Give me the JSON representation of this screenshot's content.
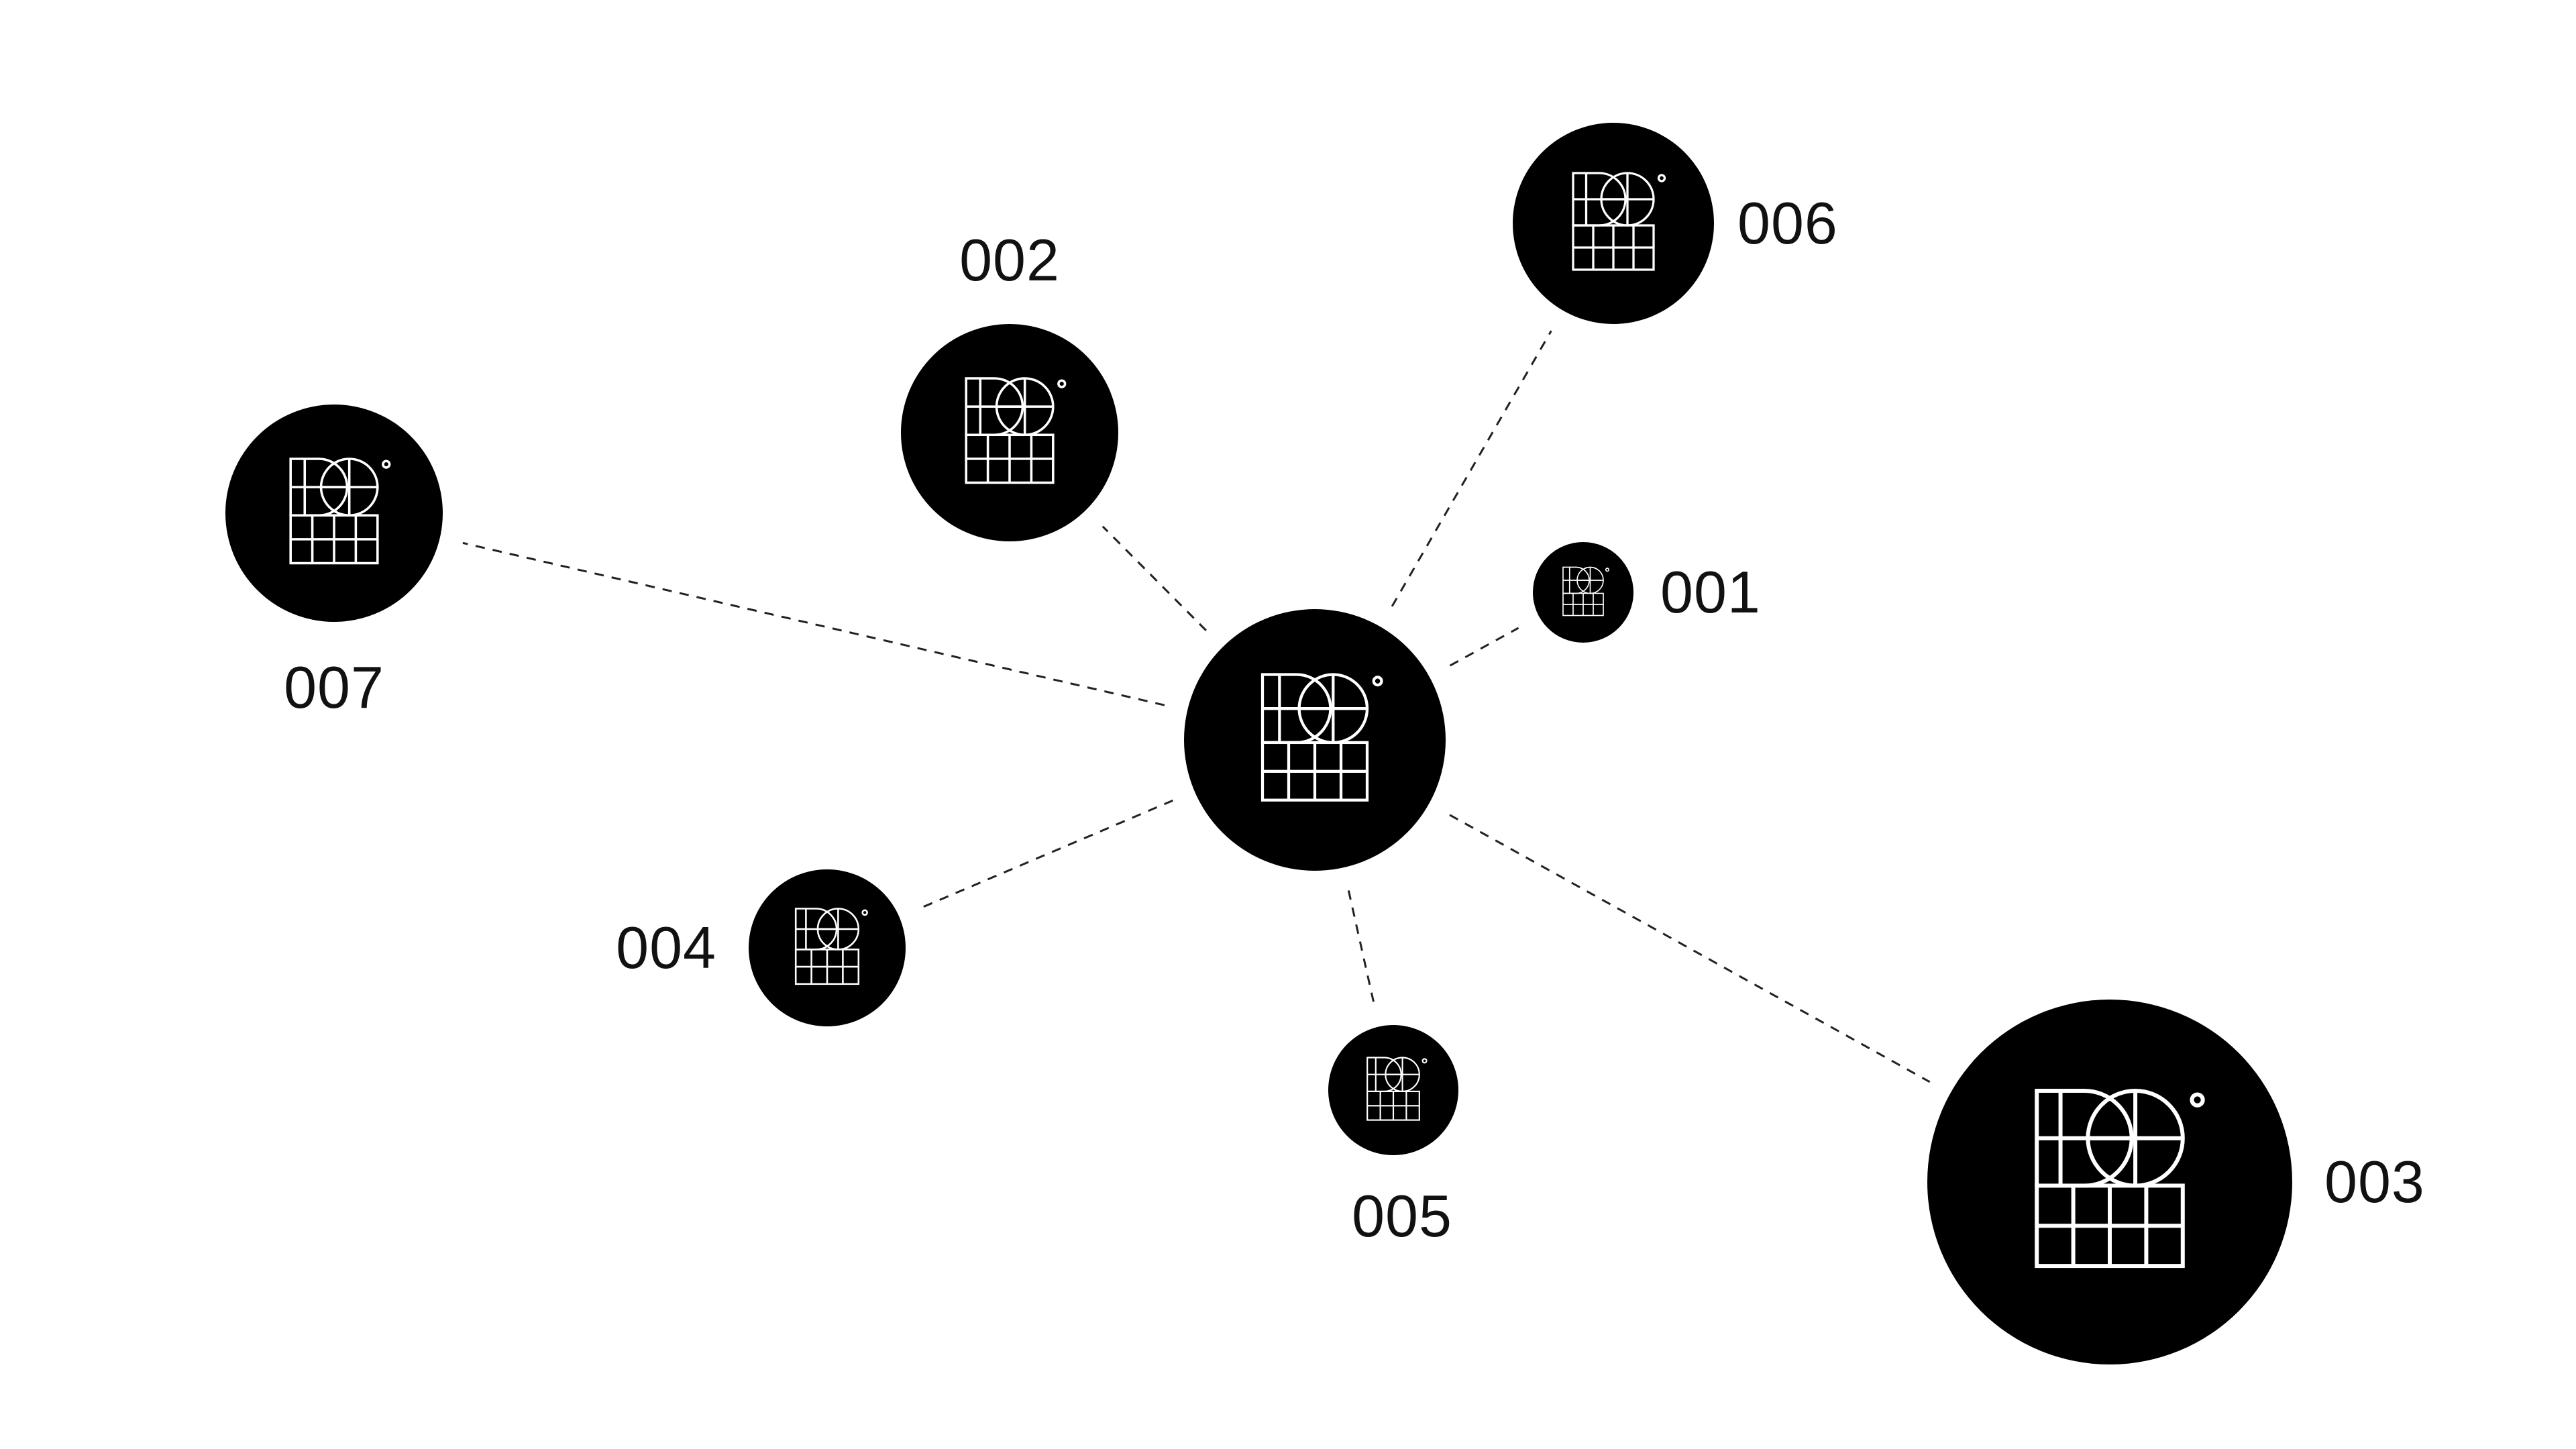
{
  "colors": {
    "background": "#ffffff",
    "node_fill": "#000000",
    "glyph_stroke": "#ffffff",
    "connector": "#222222",
    "label": "#111111"
  },
  "hub": {
    "name": "hub-node",
    "icon": "logo-mark-icon"
  },
  "nodes": [
    {
      "id": "001",
      "label": "001",
      "icon": "logo-mark-icon"
    },
    {
      "id": "002",
      "label": "002",
      "icon": "logo-mark-icon"
    },
    {
      "id": "003",
      "label": "003",
      "icon": "logo-mark-icon"
    },
    {
      "id": "004",
      "label": "004",
      "icon": "logo-mark-icon"
    },
    {
      "id": "005",
      "label": "005",
      "icon": "logo-mark-icon"
    },
    {
      "id": "006",
      "label": "006",
      "icon": "logo-mark-icon"
    },
    {
      "id": "007",
      "label": "007",
      "icon": "logo-mark-icon"
    }
  ],
  "edges": [
    {
      "from": "hub",
      "to": "001",
      "style": "dashed"
    },
    {
      "from": "hub",
      "to": "002",
      "style": "dashed"
    },
    {
      "from": "hub",
      "to": "003",
      "style": "dashed"
    },
    {
      "from": "hub",
      "to": "004",
      "style": "dashed"
    },
    {
      "from": "hub",
      "to": "005",
      "style": "dashed"
    },
    {
      "from": "hub",
      "to": "006",
      "style": "dashed"
    },
    {
      "from": "hub",
      "to": "007",
      "style": "dashed"
    }
  ]
}
